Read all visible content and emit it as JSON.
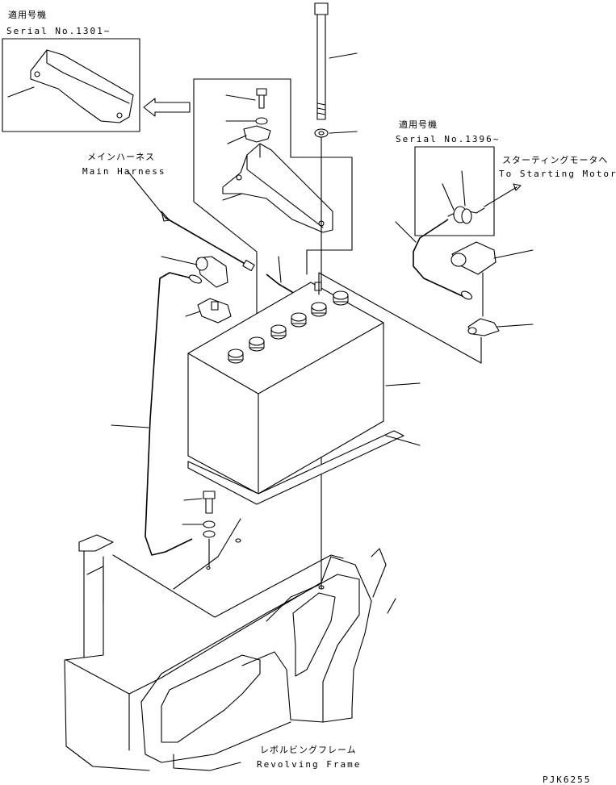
{
  "labels": {
    "serial1_jp": "適用号機",
    "serial1": "Serial No.1301~",
    "serial2_jp": "適用号機",
    "serial2": "Serial No.1396~",
    "main_harness_jp": "メインハーネス",
    "main_harness": "Main Harness",
    "starting_motor_jp": "スターティングモータへ",
    "starting_motor": "To Starting Motor",
    "revolving_frame_jp": "レボルビングフレーム",
    "revolving_frame": "Revolving Frame",
    "drawing_code": "PJK6255"
  }
}
